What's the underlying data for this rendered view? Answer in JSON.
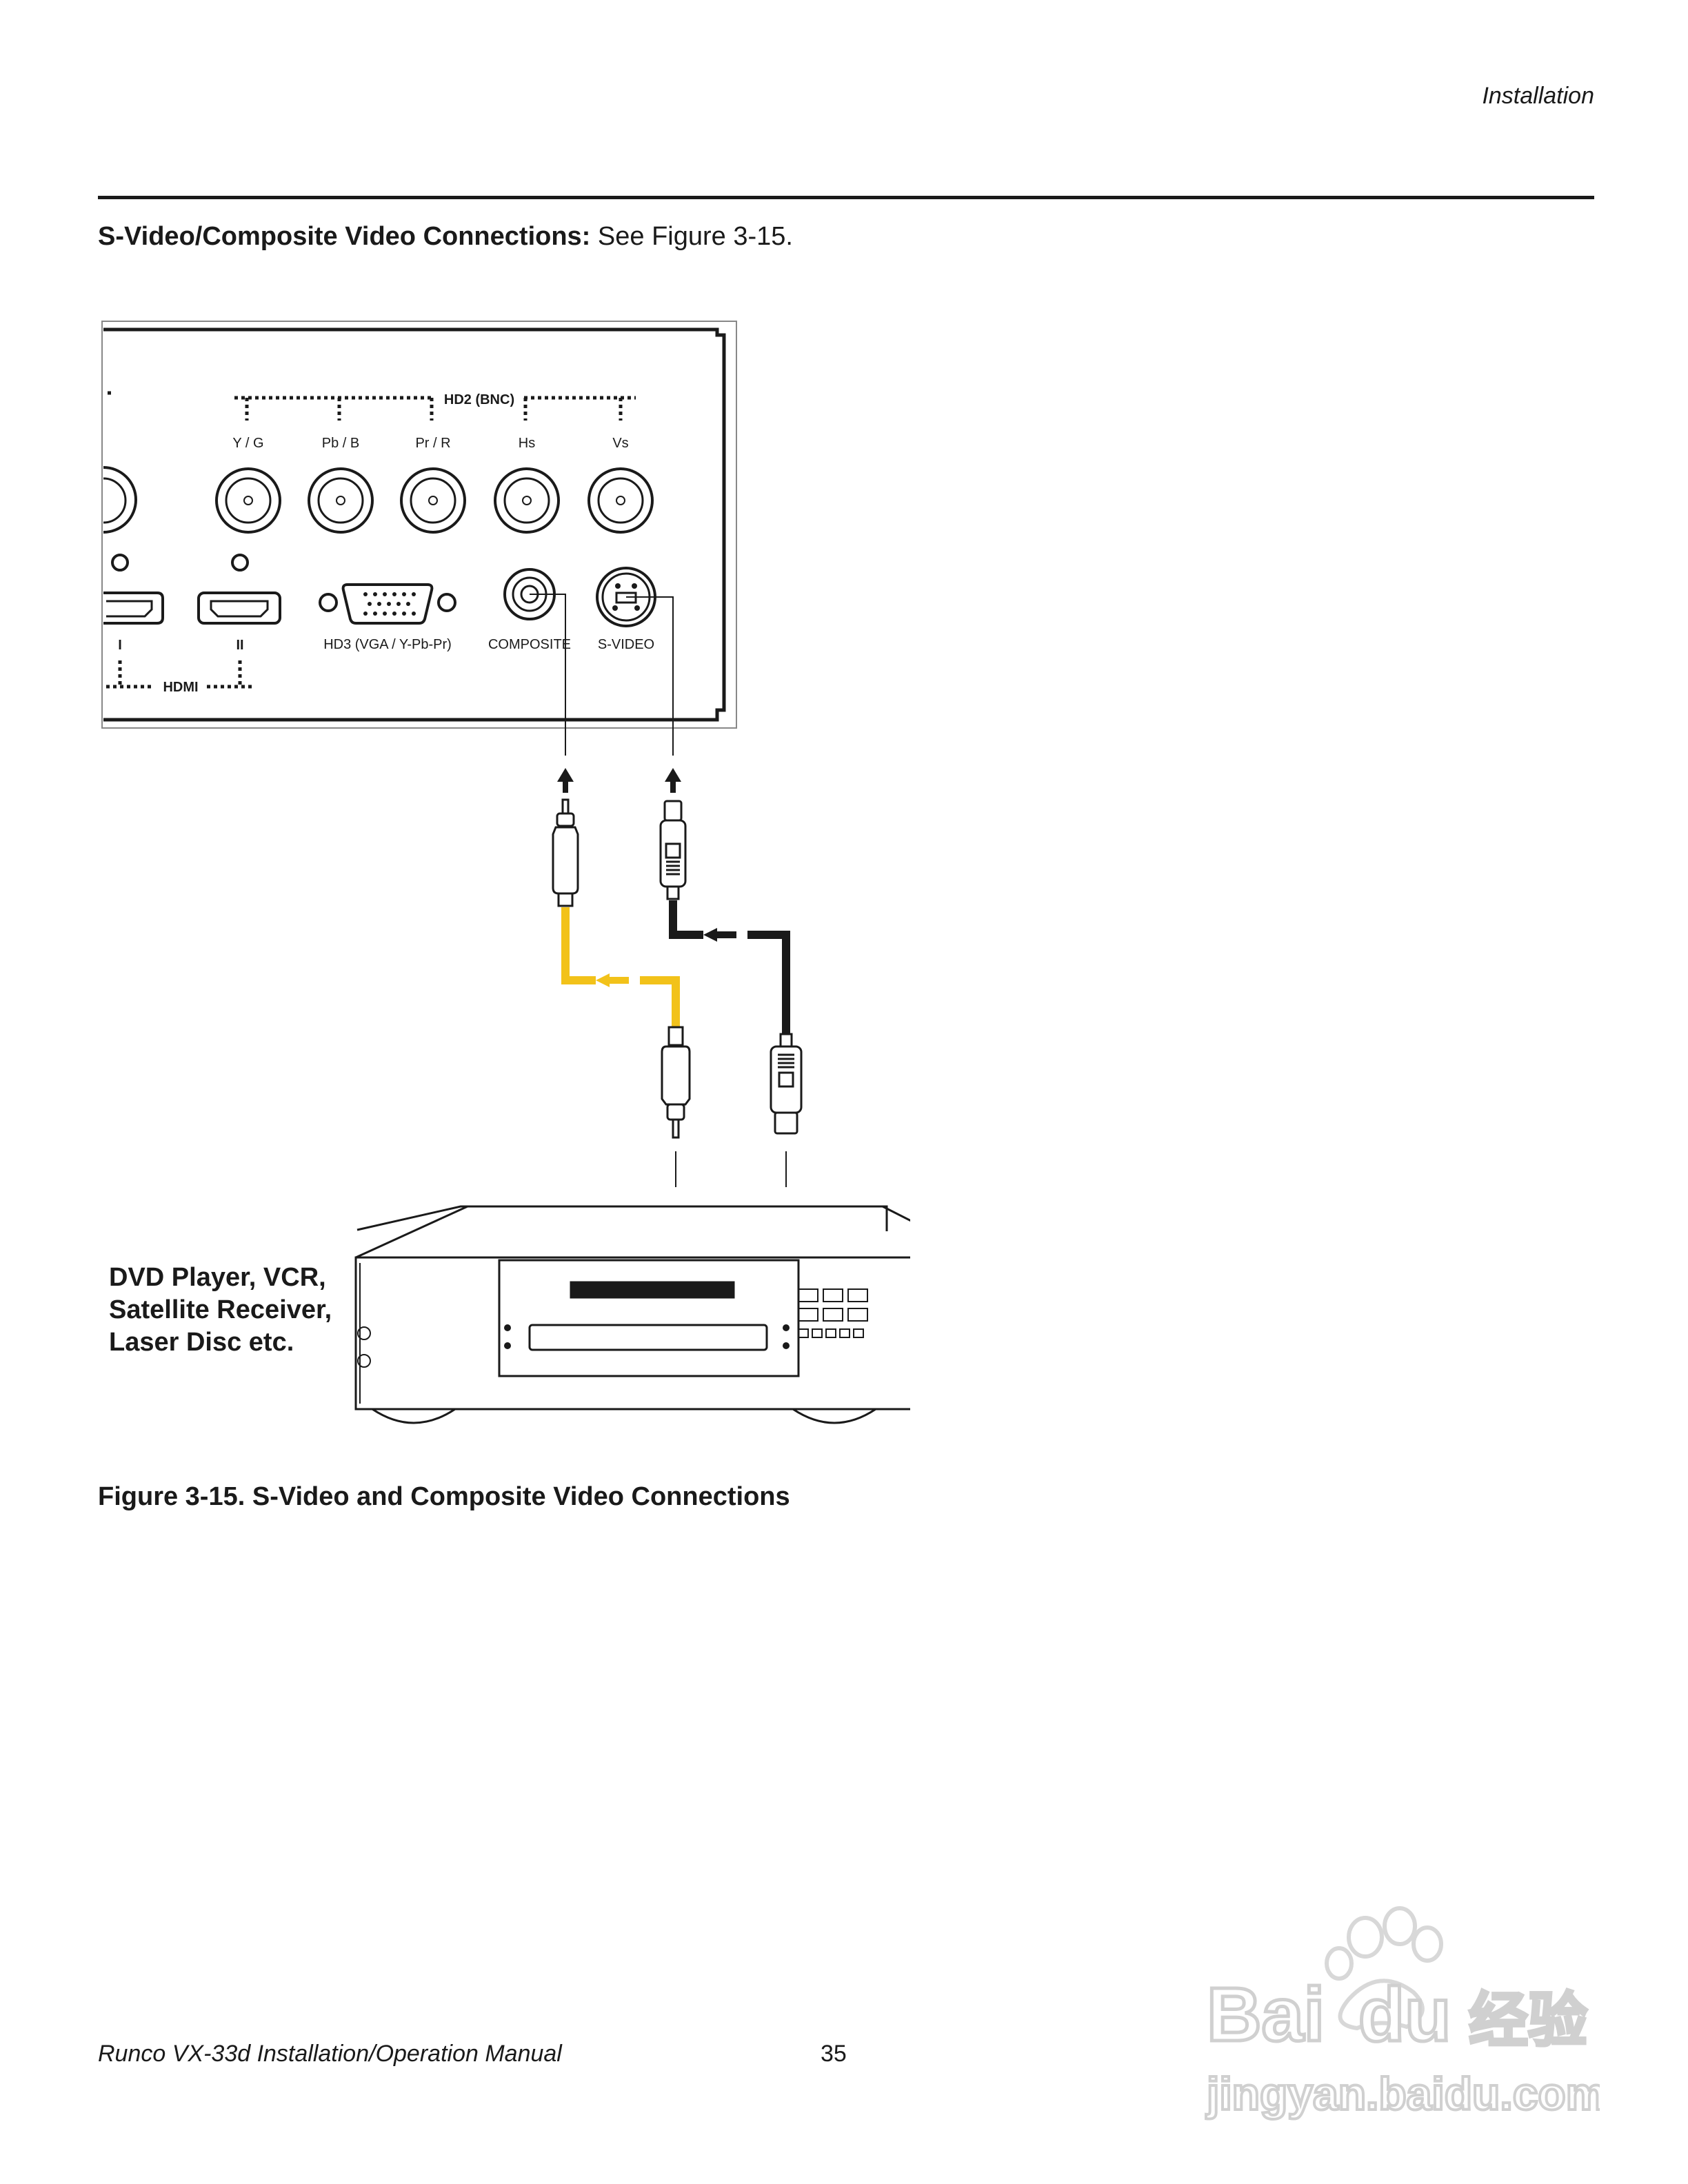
{
  "header": {
    "running_head": "Installation"
  },
  "section": {
    "heading_bold": "S-Video/Composite Video Connections:",
    "heading_rest": " See Figure 3-15."
  },
  "figure": {
    "panel_labels": {
      "hd2_group": "HD2 (BNC)",
      "bnc": [
        "Y / G",
        "Pb / B",
        "Pr / R",
        "Hs",
        "Vs"
      ],
      "hdmi_1": "I",
      "hdmi_2": "II",
      "hdmi_group": "HDMI",
      "hd3": "HD3 (VGA / Y-Pb-Pr)",
      "composite": "COMPOSITE",
      "svideo": "S-VIDEO"
    },
    "source_device_label": [
      "DVD Player, VCR,",
      "Satellite Receiver,",
      "Laser Disc etc."
    ],
    "cable_colors": {
      "composite": "#f2c21a",
      "svideo": "#1a1a1a"
    },
    "caption": "Figure 3-15. S-Video and Composite Video Connections"
  },
  "footer": {
    "manual_title": "Runco VX-33d Installation/Operation Manual",
    "page_number": "35"
  },
  "watermark": {
    "brand": "Baidu经验",
    "url": "jingyan.baidu.com"
  }
}
